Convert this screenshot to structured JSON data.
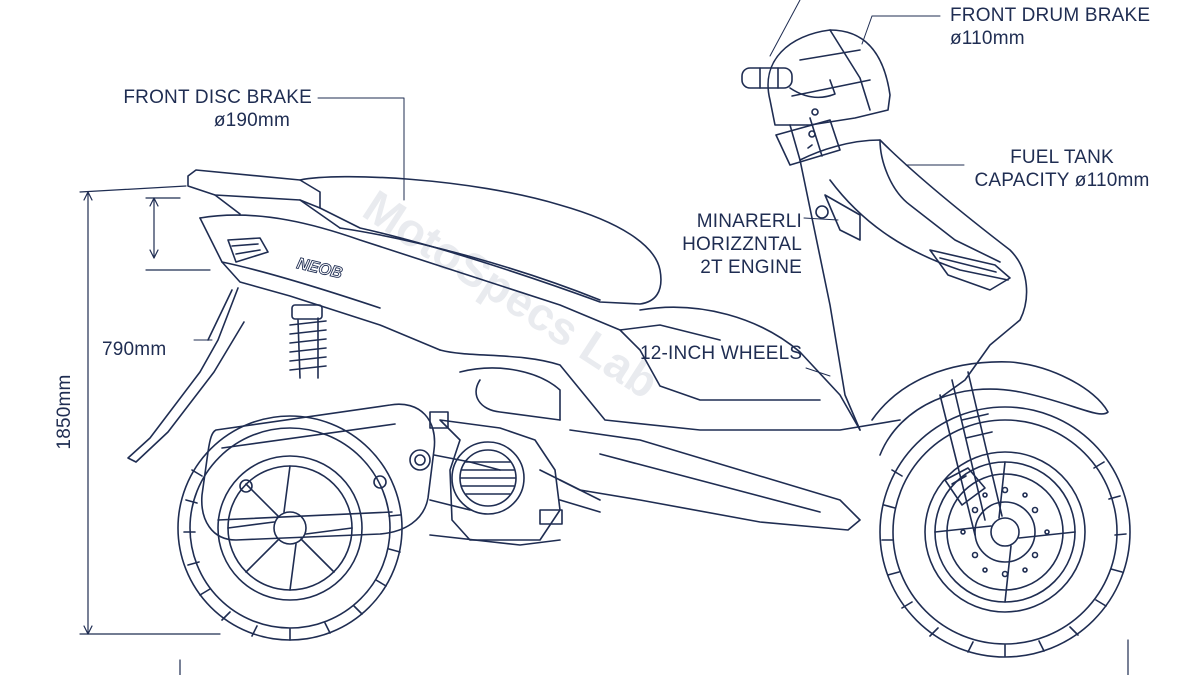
{
  "labels": {
    "front_drum_brake": {
      "line1": "FRONT DRUM BRAKE",
      "line2": "ø110mm"
    },
    "front_disc_brake": {
      "line1": "FRONT DISC BRAKE",
      "line2": "ø190mm"
    },
    "fuel_tank": {
      "line1": "FUEL TANK",
      "line2": "CAPACITY ø110mm"
    },
    "engine": {
      "line1": "MINARERLI",
      "line2": "HORIZZNTAL",
      "line3": "2T ENGINE"
    },
    "wheels": "12-INCH WHEELS",
    "seat_height": "790mm",
    "overall_height": "1850mm"
  },
  "brand_badge": "NEOB",
  "watermark": "MotoSpecs Lab",
  "colors": {
    "line": "#1f2d52",
    "text": "#1f2d52",
    "watermark": "#e9ebef",
    "background": "#ffffff"
  }
}
